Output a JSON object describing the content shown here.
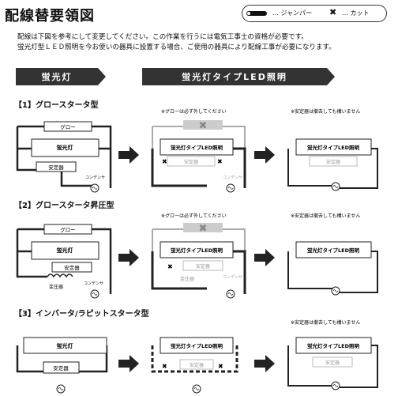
{
  "title": "配線替要領図",
  "legend": {
    "jumper": "… ジャンパー",
    "cut": "… カット"
  },
  "intro": [
    "配線は下図を参考にして変更してください。この作業を行うには電気工事士の資格が必要です。",
    "蛍光灯型ＬＥＤ照明を今お使いの器具に設置する場合、ご使用の器具により配線工事が必要になります。"
  ],
  "headers": {
    "left": "蛍光灯",
    "right": "蛍光灯タイプLED照明"
  },
  "sections": [
    "【1】グロースタータ型",
    "【2】グロースタータ昇圧型",
    "【3】インバータ/ラピットスタータ型"
  ],
  "labels": {
    "glow": "グロー",
    "fluorescent": "蛍光灯",
    "ballast": "安定器",
    "capacitor": "コンデンサ",
    "transformer": "変圧器",
    "led": "蛍光灯タイプLED照明"
  },
  "notes": {
    "remove_glow": "※グローは必ず外してください",
    "ballast_ok": "※安定器は撤去しても構いません"
  }
}
